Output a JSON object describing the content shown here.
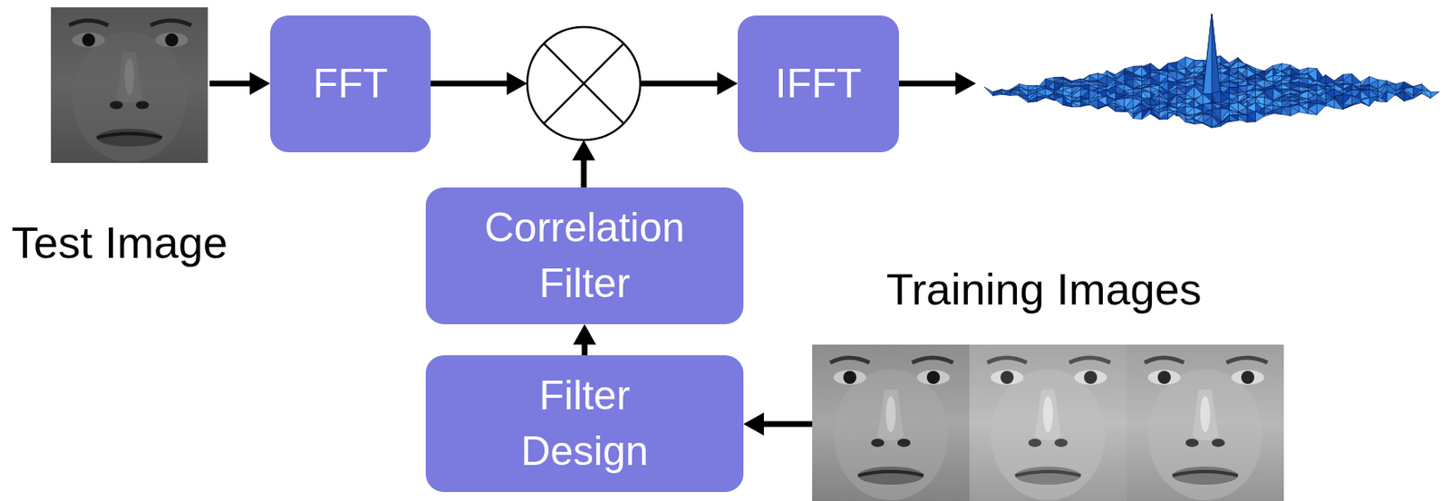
{
  "diagram": {
    "nodes": [
      {
        "text": [
          "FFT"
        ]
      },
      {
        "text": [
          "IFFT"
        ]
      },
      {
        "text": [
          "Correlation Filter"
        ]
      },
      {
        "text": [
          "Filter Design"
        ]
      }
    ],
    "edges": [
      {
        "from": 3,
        "to": 2,
        "arrow": "to"
      }
    ],
    "labels": [
      "Test Image",
      "Training Images"
    ]
  }
}
